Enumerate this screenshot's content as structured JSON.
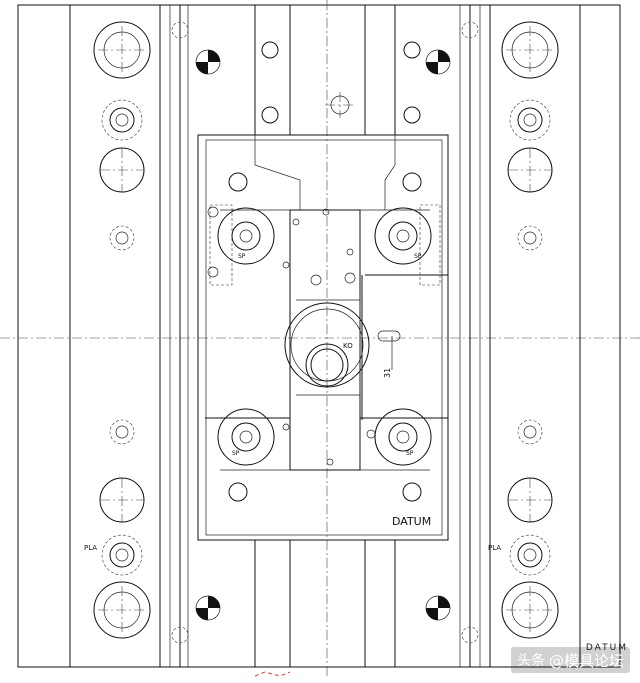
{
  "labels": {
    "sp_top_left": "SP",
    "sp_top_right": "SP",
    "sp_bottom_left": "SP",
    "sp_bottom_right": "SP",
    "ko": "KO",
    "dimension": "31",
    "datum": "DATUM",
    "pla_left": "PLA",
    "pla_right": "PLA"
  },
  "watermark": {
    "brand": "头条",
    "handle": "@模具论坛",
    "logo": "DATUM"
  },
  "colors": {
    "line": "#111111",
    "annotation_red": "#d8453a",
    "background": "#ffffff"
  }
}
